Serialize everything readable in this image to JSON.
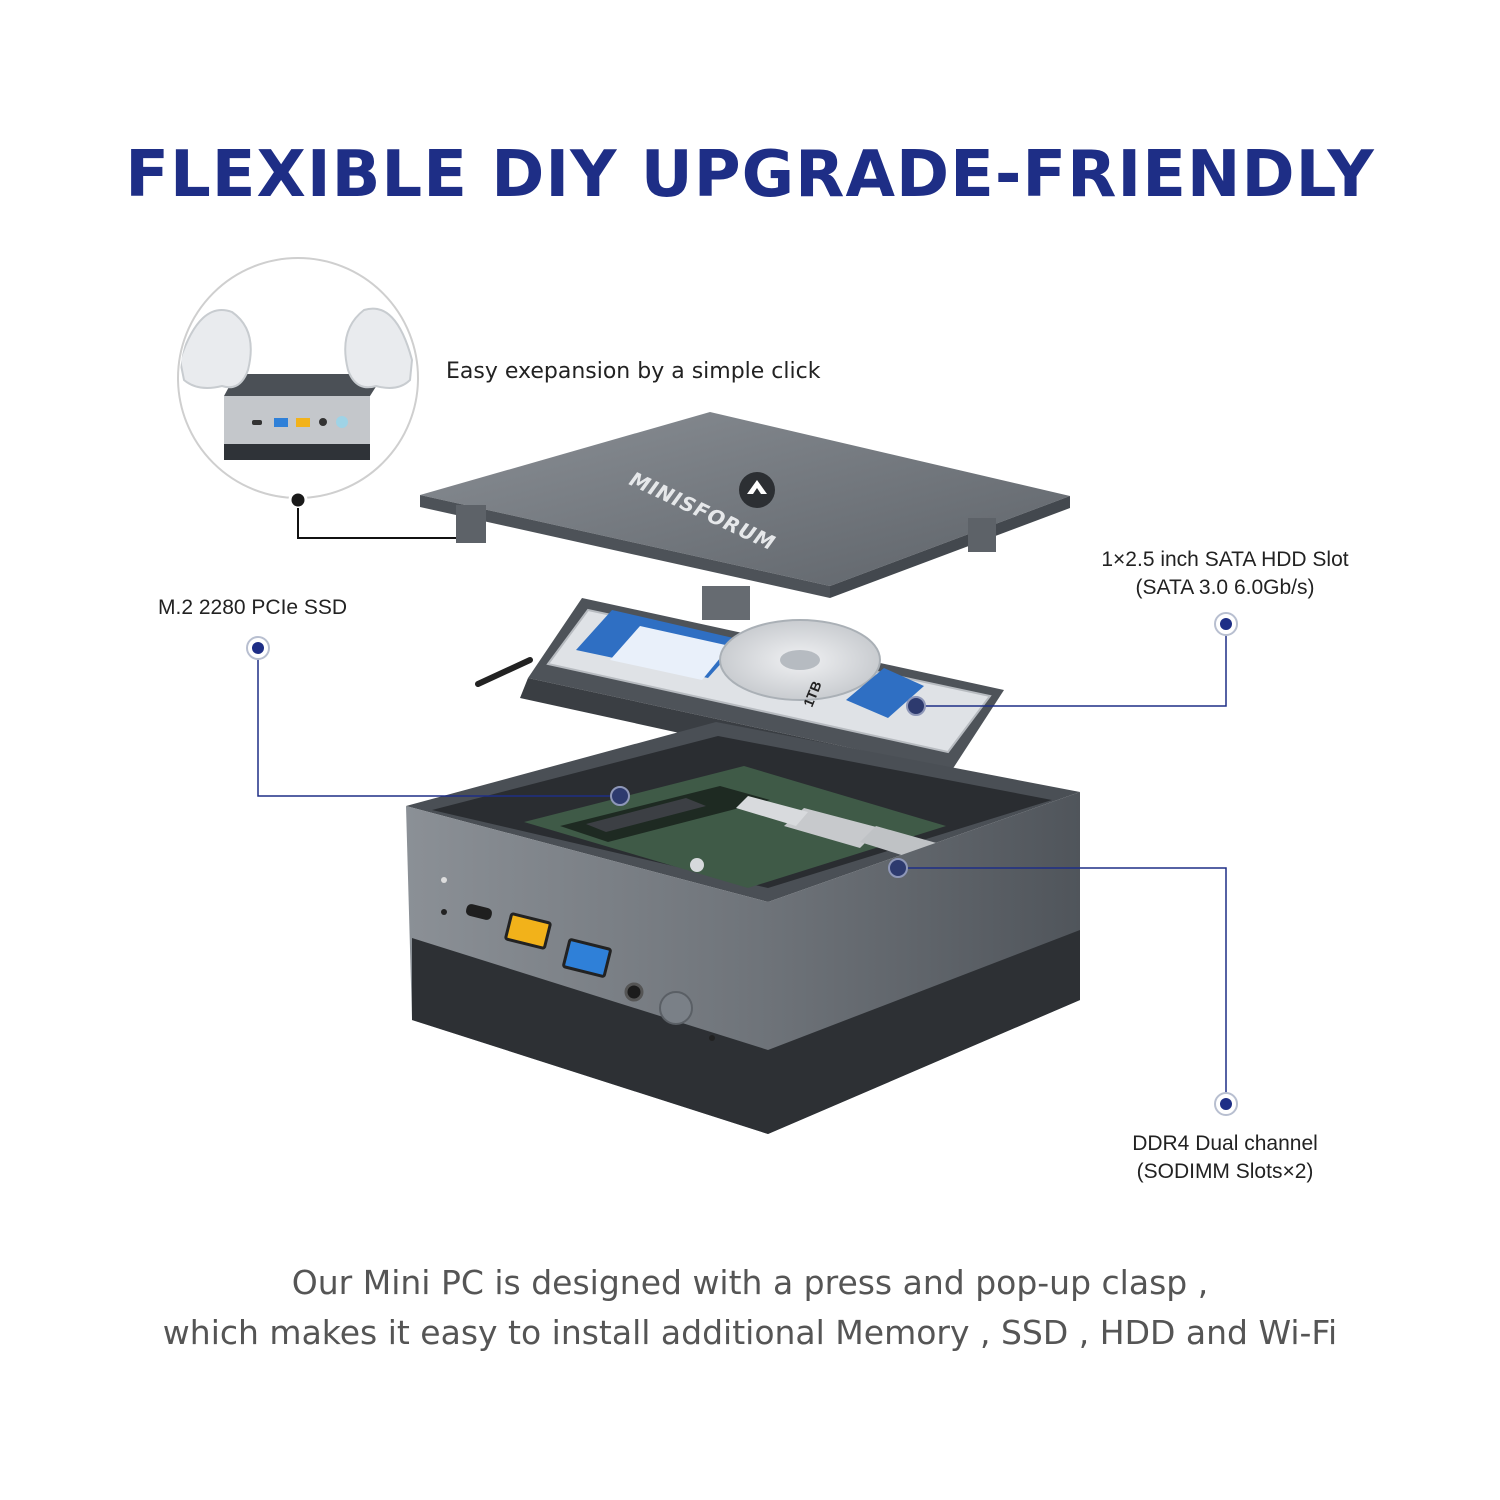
{
  "title": "FLEXIBLE DIY UPGRADE-FRIENDLY",
  "callouts": {
    "easy_expansion": "Easy exepansion by a simple click",
    "ssd": "M.2 2280 PCIe SSD",
    "hdd_line1": "1×2.5 inch SATA HDD Slot",
    "hdd_line2": "(SATA 3.0 6.0Gb/s)",
    "ddr_line1": "DDR4 Dual channel",
    "ddr_line2": "(SODIMM Slots×2)"
  },
  "lid_brand": "MINISFORUM",
  "hdd_capacity": "1TB",
  "footer": {
    "line1": "Our Mini PC is designed with a press and pop-up clasp ,",
    "line2": "which makes it easy to install additional Memory , SSD , HDD and Wi-Fi"
  },
  "colors": {
    "title": "#1e2e86",
    "callout_dot": "#1e2e86",
    "chassis": "#6b7178",
    "usb_blue": "#2f80d8",
    "usb_yellow": "#f2b21a"
  }
}
